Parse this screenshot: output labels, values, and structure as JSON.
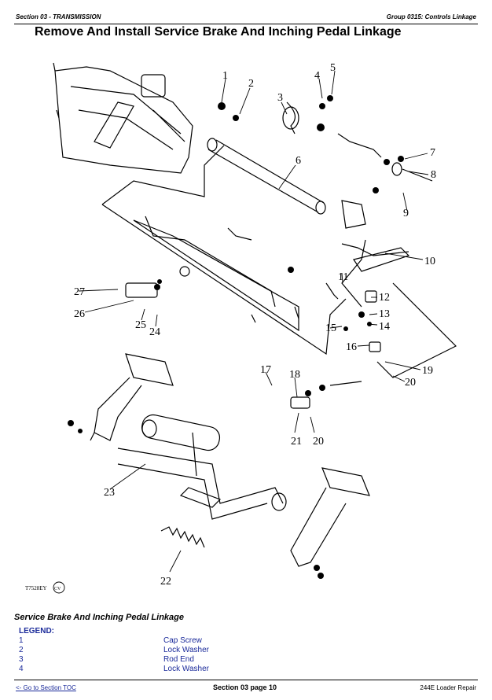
{
  "header": {
    "section": "Section 03 - TRANSMISSION",
    "group": "Group 0315: Controls Linkage"
  },
  "title": "Remove And Install Service Brake And Inching Pedal Linkage",
  "figure": {
    "callouts": [
      "1",
      "2",
      "3",
      "4",
      "5",
      "6",
      "7",
      "8",
      "9",
      "10",
      "11",
      "12",
      "13",
      "14",
      "15",
      "16",
      "17",
      "18",
      "19",
      "20",
      "21",
      "20",
      "22",
      "23",
      "24",
      "25",
      "26",
      "27"
    ],
    "drawing_code": "T7528EY",
    "stamp": "CV"
  },
  "caption": "Service Brake And Inching Pedal Linkage",
  "legend": {
    "title": "LEGEND:",
    "items": [
      {
        "num": "1",
        "name": "Cap Screw"
      },
      {
        "num": "2",
        "name": "Lock Washer"
      },
      {
        "num": "3",
        "name": "Rod End"
      },
      {
        "num": "4",
        "name": "Lock Washer"
      }
    ]
  },
  "footer": {
    "toc_link": "<- Go to Section TOC",
    "page": "Section 03 page 10",
    "manual": "244E Loader Repair"
  }
}
